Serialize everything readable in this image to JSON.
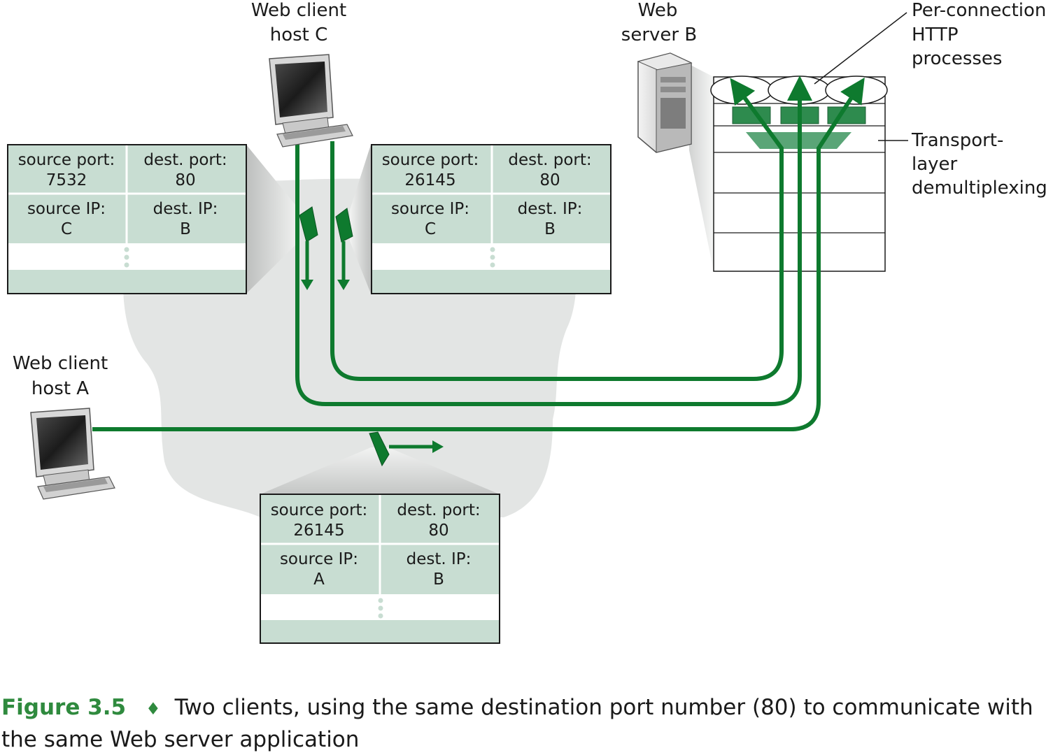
{
  "labels": {
    "host_c": [
      "Web client",
      "host C"
    ],
    "host_a": [
      "Web client",
      "host A"
    ],
    "server_b": [
      "Web",
      "server B"
    ],
    "processes": [
      "Per-connection",
      "HTTP",
      "processes"
    ],
    "demux": [
      "Transport-",
      "layer",
      "demultiplexing"
    ]
  },
  "segments": {
    "left": {
      "source_port_label": "source port:",
      "source_port": "7532",
      "dest_port_label": "dest. port:",
      "dest_port": "80",
      "source_ip_label": "source IP:",
      "source_ip": "C",
      "dest_ip_label": "dest. IP:",
      "dest_ip": "B"
    },
    "right": {
      "source_port_label": "source port:",
      "source_port": "26145",
      "dest_port_label": "dest. port:",
      "dest_port": "80",
      "source_ip_label": "source IP:",
      "source_ip": "C",
      "dest_ip_label": "dest. IP:",
      "dest_ip": "B"
    },
    "bottom": {
      "source_port_label": "source port:",
      "source_port": "26145",
      "dest_port_label": "dest. port:",
      "dest_port": "80",
      "source_ip_label": "source IP:",
      "source_ip": "A",
      "dest_ip_label": "dest. IP:",
      "dest_ip": "B"
    }
  },
  "caption": {
    "figure": "Figure 3.5",
    "separator": "♦",
    "text": "Two clients, using the same destination port number (80) to communicate with the same Web server application"
  },
  "colors": {
    "connection_green": "#0e7a2e",
    "box_green": "#2e8b4e",
    "segment_fill": "#c8ddd2",
    "cloud": "#e3e5e4"
  }
}
